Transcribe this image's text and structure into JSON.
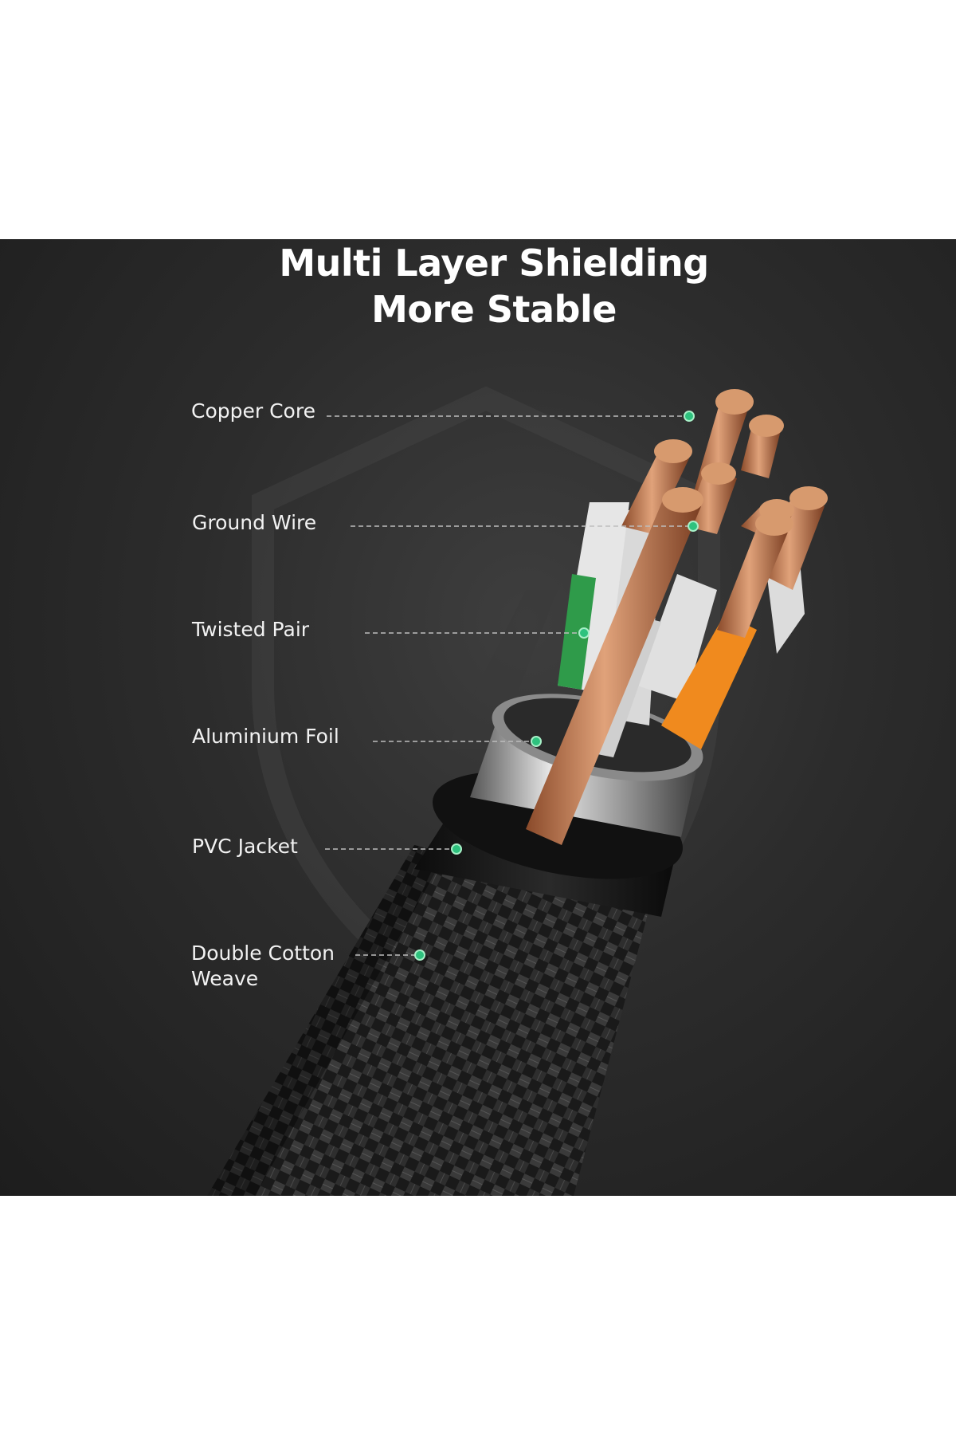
{
  "heading": {
    "line1": "Multi Layer Shielding",
    "line2": "More Stable"
  },
  "labels": {
    "copper_core": "Copper Core",
    "ground_wire": "Ground Wire",
    "twisted_pair": "Twisted Pair",
    "aluminium_foil": "Aluminium Foil",
    "pvc_jacket": "PVC Jacket",
    "double_cotton_weave_1": "Double Cotton",
    "double_cotton_weave_2": "Weave"
  },
  "colors": {
    "accent": "#2ec27e",
    "background": "#2c2c2c",
    "copper": "#c87a4e",
    "orange_wire": "#f08a1e",
    "green_wire": "#2f9b4a"
  },
  "icons": [
    "shield-icon",
    "callout-dot-icon"
  ]
}
